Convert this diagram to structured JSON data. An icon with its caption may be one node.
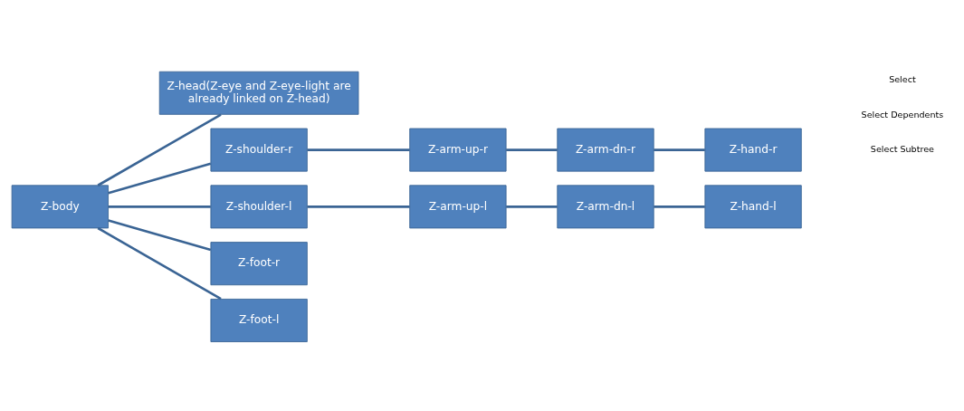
{
  "diagram": {
    "nodes": [
      {
        "text": [
          "Z-body"
        ]
      },
      {
        "text": [
          "Z-head(Z-eye and Z-eye-light are already linked on Z-head)"
        ]
      },
      {
        "text": [
          "Z-shoulder-r"
        ]
      },
      {
        "text": [
          "Z-arm-up-r"
        ]
      },
      {
        "text": [
          "Z-arm-dn-r"
        ]
      },
      {
        "text": [
          "Z-hand-r"
        ]
      },
      {
        "text": [
          "Z-shoulder-l"
        ]
      },
      {
        "text": [
          "Z-arm-up-l"
        ]
      },
      {
        "text": [
          "Z-arm-dn-l"
        ]
      },
      {
        "text": [
          "Z-hand-l"
        ]
      },
      {
        "text": [
          "Z-foot-r"
        ]
      },
      {
        "text": [
          "Z-foot-l"
        ]
      }
    ],
    "edges": [
      {
        "from": 0,
        "to": 1,
        "arrow": "none"
      },
      {
        "from": 0,
        "to": 2,
        "arrow": "none"
      },
      {
        "from": 0,
        "to": 6,
        "arrow": "none"
      },
      {
        "from": 0,
        "to": 10,
        "arrow": "none"
      },
      {
        "from": 0,
        "to": 11,
        "arrow": "none"
      },
      {
        "from": 2,
        "to": 3,
        "arrow": "none"
      },
      {
        "from": 3,
        "to": 4,
        "arrow": "none"
      },
      {
        "from": 4,
        "to": 5,
        "arrow": "none"
      },
      {
        "from": 6,
        "to": 7,
        "arrow": "none"
      },
      {
        "from": 7,
        "to": 8,
        "arrow": "none"
      },
      {
        "from": 8,
        "to": 9,
        "arrow": "none"
      }
    ],
    "labels": [
      "Select Subtree",
      "Select Dependents",
      "Select"
    ]
  }
}
